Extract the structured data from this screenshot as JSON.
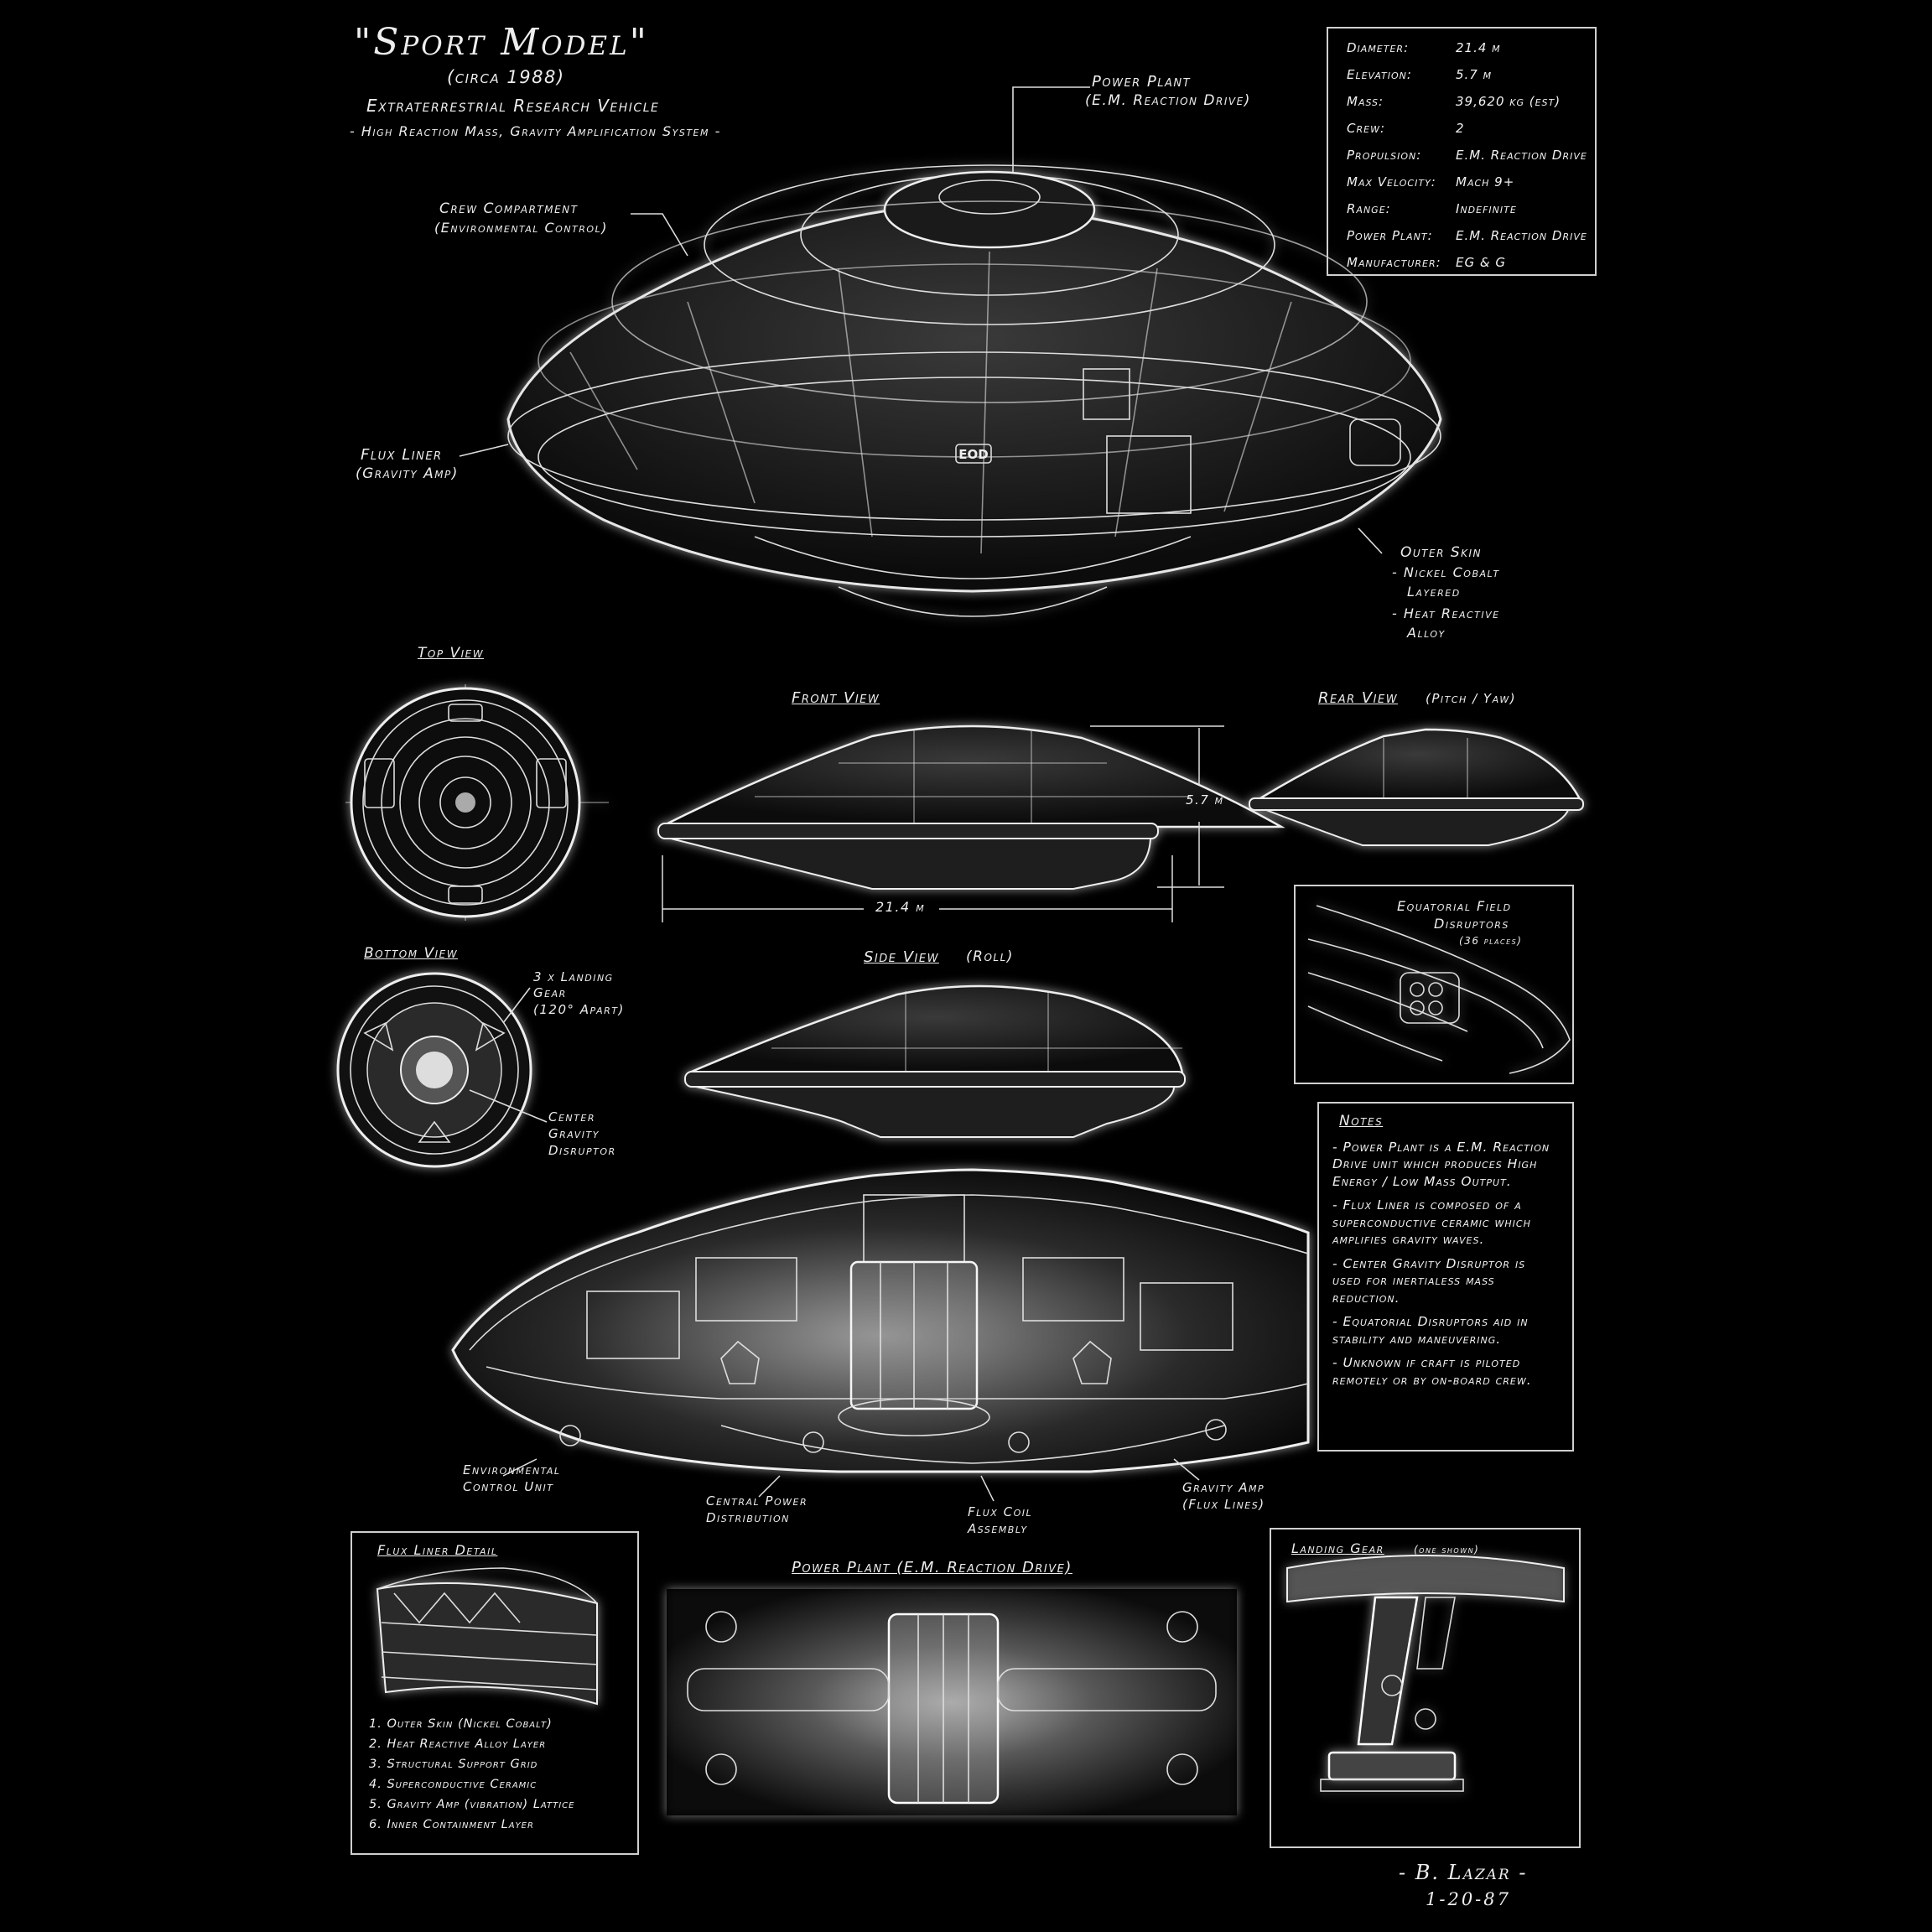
{
  "header": {
    "title": "\"Sport Model\"",
    "circa": "(circa 1988)",
    "subtitle": "Extraterrestrial Research Vehicle",
    "tagline": "- High Reaction Mass, Gravity Amplification System -"
  },
  "callouts": {
    "power_plant": "Power Plant",
    "power_plant_sub": "(E.M. Reaction Drive)",
    "crew": "Crew Compartment",
    "crew_sub": "(Environmental Control)",
    "flux": "Flux Liner",
    "flux_sub": "(Gravity Amp)",
    "outer_skin": "Outer Skin",
    "outer_1": "- Nickel Cobalt",
    "outer_2": "Layered",
    "outer_3": "- Heat Reactive",
    "outer_4": "Alloy",
    "hull_marking": "EOD"
  },
  "specs": [
    {
      "k": "Diameter:",
      "v": "21.4 m"
    },
    {
      "k": "Elevation:",
      "v": "5.7 m"
    },
    {
      "k": "Mass:",
      "v": "39,620 kg (est)"
    },
    {
      "k": "Crew:",
      "v": "2"
    },
    {
      "k": "Propulsion:",
      "v": "E.M. Reaction Drive"
    },
    {
      "k": "Max Velocity:",
      "v": "Mach 9+"
    },
    {
      "k": "Range:",
      "v": "Indefinite"
    },
    {
      "k": "Power Plant:",
      "v": "E.M. Reaction Drive"
    },
    {
      "k": "Manufacturer:",
      "v": "EG & G"
    }
  ],
  "views": {
    "top": "Top View",
    "front": "Front View",
    "rear": "Rear View",
    "rear_sub": "(Pitch / Yaw)",
    "bottom": "Bottom View",
    "side": "Side View",
    "side_sub": "(Roll)",
    "dim_height": "5.7 m",
    "dim_width": "21.4 m",
    "landing_1": "3 x Landing",
    "landing_2": "Gear",
    "landing_3": "(120° Apart)",
    "center_1": "Center",
    "center_2": "Gravity",
    "center_3": "Disruptor"
  },
  "equatorial": {
    "title": "Equatorial Field",
    "title2": "Disruptors",
    "places": "(36 places)"
  },
  "notes": {
    "title": "Notes",
    "items": [
      "- Power Plant is a E.M. Reaction Drive unit which produces High Energy / Low Mass Output.",
      "- Flux Liner is composed of a superconductive ceramic which amplifies gravity waves.",
      "- Center Gravity Disruptor is used for inertialess mass reduction.",
      "- Equatorial Disruptors aid in stability and maneuvering.",
      "- Unknown if craft is piloted remotely or by on-board crew."
    ]
  },
  "cutaway": {
    "env_1": "Environmental",
    "env_2": "Control Unit",
    "cpd_1": "Central Power",
    "cpd_2": "Distribution",
    "flux_1": "Flux Coil",
    "flux_2": "Assembly",
    "grav_1": "Gravity Amp",
    "grav_2": "(Flux Lines)"
  },
  "flux_detail": {
    "title": "Flux Liner Detail",
    "layers": [
      "1. Outer Skin (Nickel Cobalt)",
      "2. Heat Reactive Alloy Layer",
      "3. Structural Support Grid",
      "4. Superconductive Ceramic",
      "5. Gravity Amp (vibration) Lattice",
      "6. Inner Containment Layer"
    ]
  },
  "power_plant_panel": {
    "title": "Power Plant (E.M. Reaction Drive)"
  },
  "landing_gear": {
    "title": "Landing Gear",
    "sub": "(one shown)"
  },
  "signature": {
    "name": "- B. Lazar -",
    "date": "1-20-87"
  }
}
